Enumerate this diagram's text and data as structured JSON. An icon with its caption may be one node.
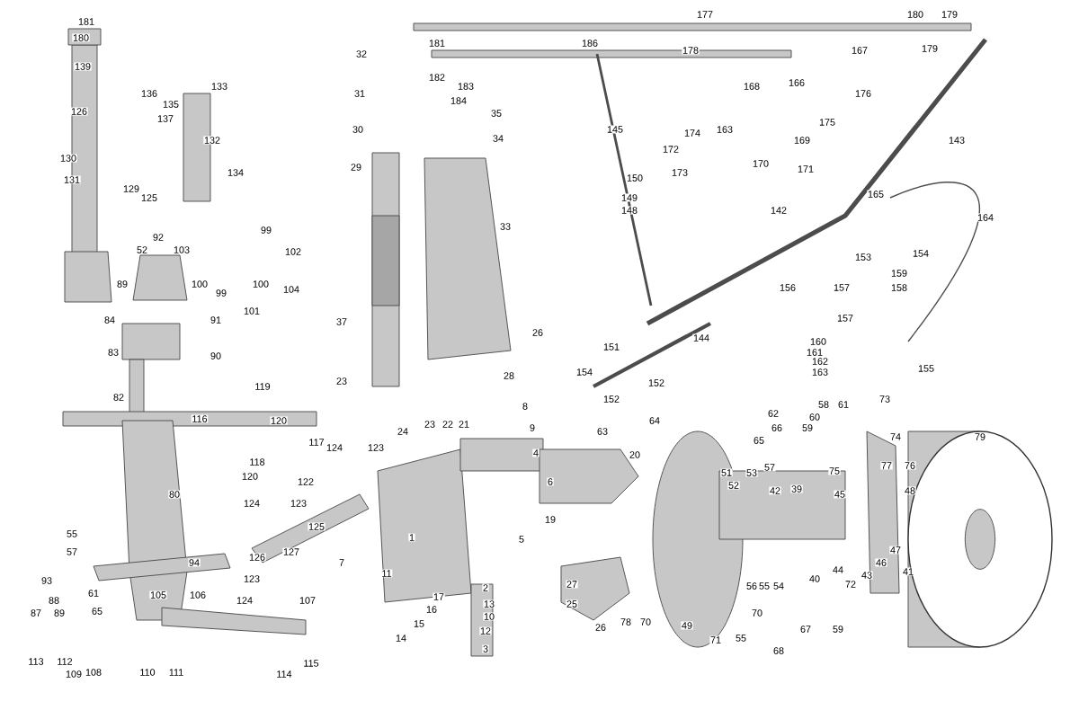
{
  "diagram": {
    "labels": [
      "181",
      "177",
      "180",
      "179",
      "180",
      "32",
      "181",
      "186",
      "178",
      "167",
      "179",
      "139",
      "133",
      "182",
      "183",
      "168",
      "166",
      "136",
      "135",
      "31",
      "184",
      "176",
      "126",
      "137",
      "35",
      "175",
      "30",
      "145",
      "174",
      "163",
      "132",
      "34",
      "169",
      "143",
      "172",
      "130",
      "29",
      "170",
      "171",
      "131",
      "134",
      "150",
      "173",
      "129",
      "125",
      "149",
      "165",
      "148",
      "142",
      "164",
      "99",
      "33",
      "92",
      "52",
      "103",
      "102",
      "153",
      "154",
      "159",
      "89",
      "100",
      "99",
      "100",
      "104",
      "156",
      "157",
      "158",
      "84",
      "91",
      "101",
      "37",
      "157",
      "26",
      "144",
      "160",
      "83",
      "90",
      "151",
      "161",
      "162",
      "119",
      "23",
      "28",
      "154",
      "152",
      "163",
      "155",
      "82",
      "8",
      "152",
      "58",
      "61",
      "73",
      "116",
      "120",
      "24",
      "23",
      "22",
      "21",
      "9",
      "63",
      "64",
      "62",
      "66",
      "59",
      "60",
      "117",
      "124",
      "123",
      "4",
      "20",
      "65",
      "74",
      "79",
      "118",
      "51",
      "53",
      "57",
      "75",
      "77",
      "76",
      "80",
      "120",
      "122",
      "6",
      "52",
      "42",
      "39",
      "45",
      "48",
      "124",
      "123",
      "125",
      "19",
      "55",
      "1",
      "5",
      "57",
      "126",
      "127",
      "47",
      "94",
      "7",
      "11",
      "44",
      "46",
      "41",
      "93",
      "123",
      "2",
      "27",
      "56",
      "55",
      "54",
      "40",
      "72",
      "43",
      "88",
      "61",
      "105",
      "106",
      "124",
      "107",
      "17",
      "13",
      "25",
      "87",
      "89",
      "65",
      "16",
      "10",
      "70",
      "15",
      "12",
      "26",
      "78",
      "70",
      "49",
      "67",
      "59",
      "14",
      "3",
      "71",
      "55",
      "68",
      "113",
      "112",
      "115",
      "109",
      "108",
      "110",
      "111",
      "114"
    ]
  }
}
